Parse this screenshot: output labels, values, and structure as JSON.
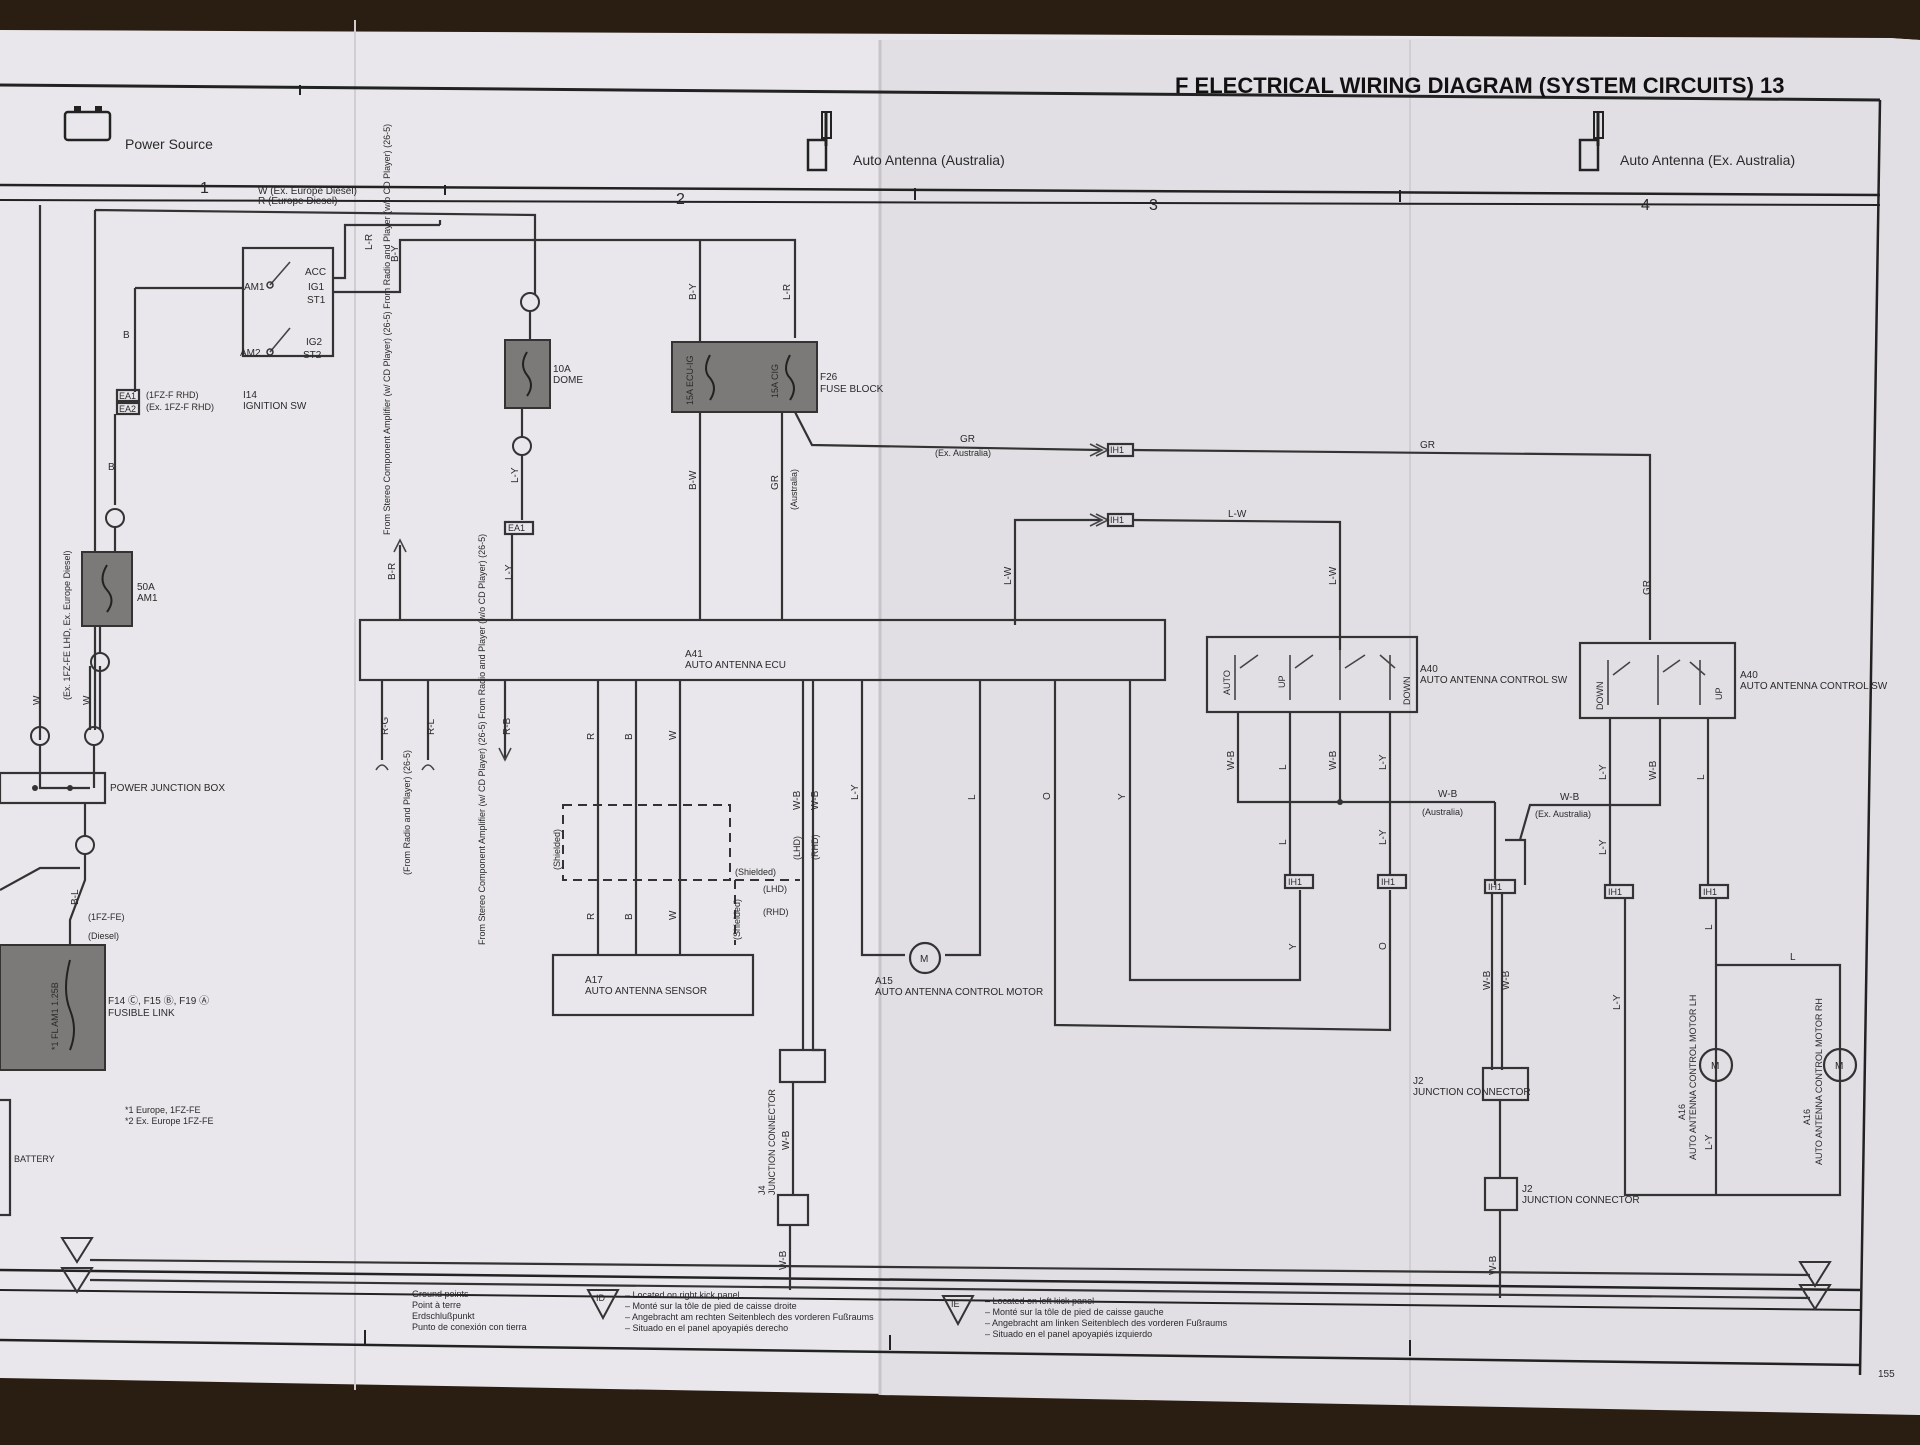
{
  "header": {
    "title": "F  ELECTRICAL WIRING DIAGRAM (SYSTEM CIRCUITS) 13",
    "sections": [
      "Power Source",
      "Auto Antenna (Australia)",
      "Auto Antenna (Ex. Australia)"
    ],
    "columns": [
      "1",
      "2",
      "3",
      "4"
    ]
  },
  "components": {
    "i14": "I14",
    "i14_name": "IGNITION SW",
    "sw_terms": [
      "AM1",
      "ACC",
      "IG1",
      "ST1",
      "AM2",
      "IG2",
      "ST2"
    ],
    "dome_amp": "10A",
    "dome_name": "DOME",
    "f26": "F26",
    "f26_name": "FUSE BLOCK",
    "fuse_ecu": "15A ECU-IG",
    "fuse_cig": "15A CIG",
    "am1_amp": "50A",
    "am1_name": "AM1",
    "a41": "A41",
    "a41_name": "AUTO ANTENNA ECU",
    "a40": "A40",
    "a40_name": "AUTO ANTENNA CONTROL SW",
    "a17": "A17",
    "a17_name": "AUTO ANTENNA SENSOR",
    "a15": "A15",
    "a15_name": "AUTO ANTENNA CONTROL MOTOR",
    "pjb": "POWER JUNCTION BOX",
    "fusible": "F14 Ⓒ, F15 Ⓑ, F19 Ⓐ",
    "fusible_name": "FUSIBLE LINK",
    "fl_label": "*1  FL AM1 1.25B",
    "battery": "BATTERY",
    "j4": "J4",
    "j4_name": "JUNCTION CONNECTOR",
    "j2": "J2",
    "j2_name": "JUNCTION CONNECTOR",
    "a16": "A16",
    "a16_name": "AUTO ANTENNA CONTROL MOTOR LH",
    "a16b": "A16",
    "a16b_name": "AUTO ANTENNA CONTROL MOTOR RH",
    "motor": "M"
  },
  "labels": {
    "w_ex": "W (Ex. Europe Diesel)",
    "r_eur": "R (Europe Diesel)",
    "fz_rhd": "(1FZ-F RHD)",
    "ex_fz_rhd": "(Ex. 1FZ-F RHD)",
    "fz_fe": "(1FZ-FE)",
    "diesel": "(Diesel)",
    "w_side": "(Ex. 1FZ-FE LHD, Ex. Europe Diesel)",
    "stereo_top": "From Stereo Component Amplifier (w/ CD Player) (26-5) From Radio and Player (w/o CD Player) (26-5)",
    "radio_player": "(From Radio and Player) (26-5)",
    "stereo_bot": "From Stereo Component Amplifier (w/ CD Player) (26-5) From Radio and Player (w/o CD Player) (26-5)",
    "gr_ex_aus": "(Ex. Australia)",
    "australia": "(Australia)",
    "shielded": "(Shielded)",
    "lhd": "(LHD)",
    "rhd": "(RHD)",
    "wb_aus": "(Australia)",
    "wb_ex_aus": "(Ex. Australia)",
    "note1": "*1  Europe, 1FZ-FE",
    "note2": "*2  Ex. Europe 1FZ-FE"
  },
  "connectors": {
    "ea1": "EA1",
    "ea2": "EA2",
    "ih1": "IH1",
    "num1": "1",
    "num2": "2"
  },
  "wire_colors": {
    "b": "B",
    "lr": "L-R",
    "by": "B-Y",
    "br": "B-R",
    "ly": "L-Y",
    "bw": "B-W",
    "gr": "GR",
    "lw": "L-W",
    "w": "W",
    "rg": "R-G",
    "rl": "R-L",
    "rb": "R-B",
    "r": "R",
    "wb": "W-B",
    "l": "L",
    "o": "O",
    "y": "Y",
    "bl": "B-L"
  },
  "switch_labels": {
    "auto": "AUTO",
    "up": "UP",
    "down": "DOWN"
  },
  "ground": {
    "title": "Ground points",
    "title_fr": "Point à terre",
    "title_de": "Erdschlußpunkt",
    "title_es": "Punto de conexión con tierra",
    "id_d": "ID",
    "id_e": "IE",
    "d_en": "– Located on right kick panel",
    "d_fr": "– Monté sur la tôle de pied de caisse droite",
    "d_de": "– Angebracht am rechten Seitenblech des vorderen Fußraums",
    "d_es": "– Situado en el panel apoyapiés derecho",
    "e_en": "– Located on left kick panel",
    "e_fr": "– Monté sur la tôle de pied de caisse gauche",
    "e_de": "– Angebracht am linken Seitenblech des vorderen Fußraums",
    "e_es": "– Situado en el panel apoyapiés izquierdo"
  },
  "page_number": "155"
}
